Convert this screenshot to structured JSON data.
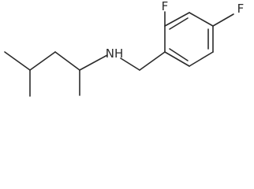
{
  "structure": {
    "atoms": {
      "nitrogen": "NH",
      "fluorine_ortho": "F",
      "fluorine_para": "F"
    }
  }
}
